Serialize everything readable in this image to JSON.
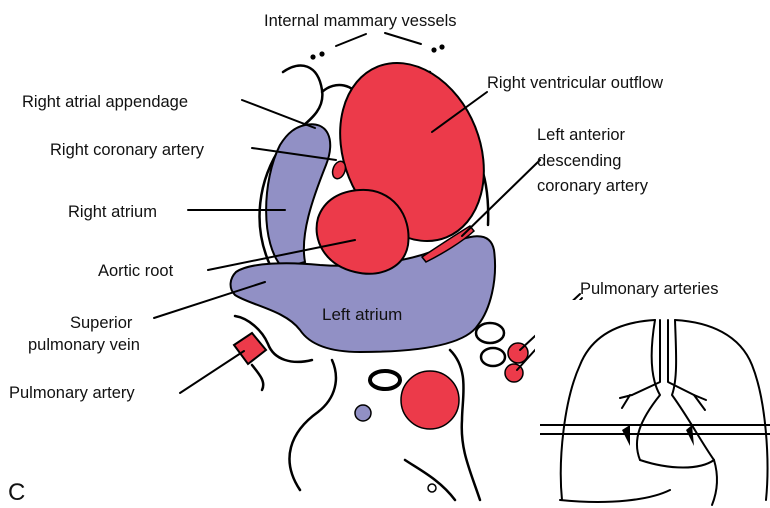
{
  "colors": {
    "red": "#ec3a4a",
    "blue": "#9190c5",
    "outline": "#000000",
    "text": "#111111",
    "background": "#ffffff"
  },
  "labels": {
    "internal_mammary_vessels": "Internal mammary vessels",
    "right_atrial_appendage": "Right atrial appendage",
    "right_coronary_artery": "Right coronary artery",
    "right_atrium": "Right atrium",
    "aortic_root": "Aortic root",
    "superior_pulmonary_vein_line1": "Superior",
    "superior_pulmonary_vein_line2": "pulmonary vein",
    "pulmonary_artery": "Pulmonary artery",
    "right_ventricular_outflow": "Right ventricular outflow",
    "lad_line1": "Left anterior",
    "lad_line2": "descending",
    "lad_line3": "coronary artery",
    "left_atrium": "Left atrium",
    "pulmonary_arteries": "Pulmonary arteries"
  },
  "panel_letter": "C"
}
